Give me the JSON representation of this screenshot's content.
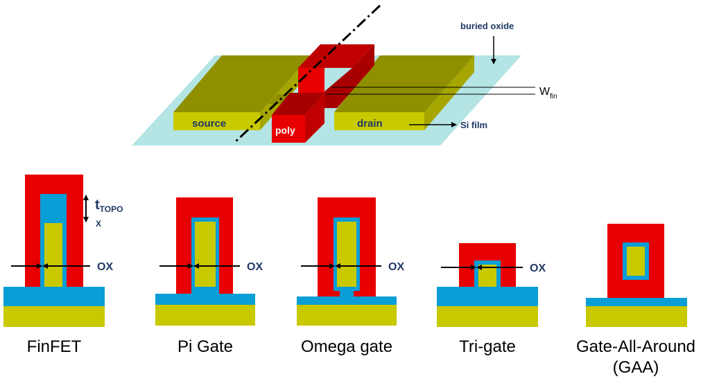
{
  "colors": {
    "poly": "#e80000",
    "poly_dark": "#a80000",
    "poly_top": "#c00000",
    "silicon": "#c9c900",
    "silicon_top": "#8f8f00",
    "oxide": "#0a9ed6",
    "buried_oxide_plane": "#b4e4e4",
    "label_text": "#1f3864"
  },
  "top_diagram": {
    "buried_oxide_label": "buried oxide",
    "wfin_label_main": "W",
    "wfin_label_sub": "fin",
    "source_label": "source",
    "poly_label": "poly",
    "drain_label": "drain",
    "si_film_label": "Si film"
  },
  "structures": {
    "finfet": {
      "label": "FinFET",
      "ox_label": "OX",
      "thickness_label_main": "t",
      "thickness_label_sub": "TOPO",
      "thickness_label_sub2": "X"
    },
    "pi_gate": {
      "label": "Pi Gate",
      "ox_label": "OX"
    },
    "omega_gate": {
      "label": "Omega gate",
      "ox_label": "OX"
    },
    "tri_gate": {
      "label": "Tri-gate",
      "ox_label": "OX"
    },
    "gaa": {
      "label_line1": "Gate-All-Around",
      "label_line2": "(GAA)"
    }
  }
}
